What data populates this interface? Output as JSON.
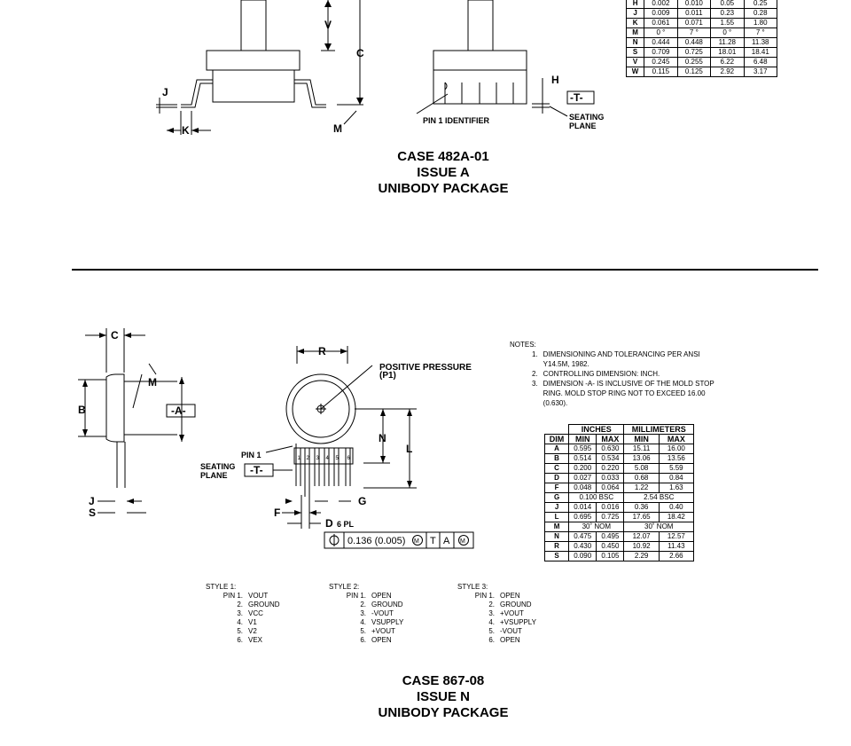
{
  "top_table": {
    "rows": [
      {
        "dim": "H",
        "in_min": "0.002",
        "in_max": "0.010",
        "mm_min": "0.05",
        "mm_max": "0.25"
      },
      {
        "dim": "J",
        "in_min": "0.009",
        "in_max": "0.011",
        "mm_min": "0.23",
        "mm_max": "0.28"
      },
      {
        "dim": "K",
        "in_min": "0.061",
        "in_max": "0.071",
        "mm_min": "1.55",
        "mm_max": "1.80"
      },
      {
        "dim": "M",
        "in_min": "0 °",
        "in_max": "7 °",
        "mm_min": "0 °",
        "mm_max": "7 °"
      },
      {
        "dim": "N",
        "in_min": "0.444",
        "in_max": "0.448",
        "mm_min": "11.28",
        "mm_max": "11.38"
      },
      {
        "dim": "S",
        "in_min": "0.709",
        "in_max": "0.725",
        "mm_min": "18.01",
        "mm_max": "18.41"
      },
      {
        "dim": "V",
        "in_min": "0.245",
        "in_max": "0.255",
        "mm_min": "6.22",
        "mm_max": "6.48"
      },
      {
        "dim": "W",
        "in_min": "0.115",
        "in_max": "0.125",
        "mm_min": "2.92",
        "mm_max": "3.17"
      }
    ]
  },
  "top_drawing": {
    "labels": {
      "v": "V",
      "c": "C",
      "j": "J",
      "k": "K",
      "m": "M",
      "h": "H",
      "t": "-T-",
      "pin1": "PIN 1 IDENTIFIER",
      "seating1": "SEATING",
      "seating2": "PLANE"
    }
  },
  "case1": {
    "line1": "CASE 482A-01",
    "line2": "ISSUE A",
    "line3": "UNIBODY PACKAGE"
  },
  "bottom_drawing": {
    "labels": {
      "c": "C",
      "b": "B",
      "m": "M",
      "a": "-A-",
      "j": "J",
      "s": "S",
      "r": "R",
      "pos1": "POSITIVE PRESSURE",
      "pos2": "(P1)",
      "n": "N",
      "l": "L",
      "pin1": "PIN 1",
      "seat1": "SEATING",
      "seat2": "PLANE",
      "t": "-T-",
      "g": "G",
      "f": "F",
      "d": "D",
      "dpl": "6 PL",
      "tol": "0.136 (0.005)",
      "tol_m": "M",
      "tol_t": "T",
      "tol_a": "A",
      "tol_m2": "M"
    },
    "pins": [
      "1",
      "2",
      "3",
      "4",
      "5",
      "6"
    ]
  },
  "notes": {
    "title": "NOTES:",
    "items": [
      {
        "n": "1.",
        "text": "DIMENSIONING AND TOLERANCING PER ANSI Y14.5M, 1982."
      },
      {
        "n": "2.",
        "text": "CONTROLLING DIMENSION: INCH."
      },
      {
        "n": "3.",
        "text": "DIMENSION -A- IS INCLUSIVE OF THE MOLD STOP RING. MOLD STOP RING NOT TO EXCEED 16.00 (0.630)."
      }
    ]
  },
  "bottom_table": {
    "h_inches": "INCHES",
    "h_mm": "MILLIMETERS",
    "h_dim": "DIM",
    "h_min": "MIN",
    "h_max": "MAX",
    "rows": [
      {
        "dim": "A",
        "in_min": "0.595",
        "in_max": "0.630",
        "mm_min": "15.11",
        "mm_max": "16.00"
      },
      {
        "dim": "B",
        "in_min": "0.514",
        "in_max": "0.534",
        "mm_min": "13.06",
        "mm_max": "13.56"
      },
      {
        "dim": "C",
        "in_min": "0.200",
        "in_max": "0.220",
        "mm_min": "5.08",
        "mm_max": "5.59"
      },
      {
        "dim": "D",
        "in_min": "0.027",
        "in_max": "0.033",
        "mm_min": "0.68",
        "mm_max": "0.84"
      },
      {
        "dim": "F",
        "in_min": "0.048",
        "in_max": "0.064",
        "mm_min": "1.22",
        "mm_max": "1.63"
      },
      {
        "dim": "G",
        "in_span": "0.100 BSC",
        "mm_span": "2.54 BSC"
      },
      {
        "dim": "J",
        "in_min": "0.014",
        "in_max": "0.016",
        "mm_min": "0.36",
        "mm_max": "0.40"
      },
      {
        "dim": "L",
        "in_min": "0.695",
        "in_max": "0.725",
        "mm_min": "17.65",
        "mm_max": "18.42"
      },
      {
        "dim": "M",
        "in_span": "30˚ NOM",
        "mm_span": "30˚ NOM"
      },
      {
        "dim": "N",
        "in_min": "0.475",
        "in_max": "0.495",
        "mm_min": "12.07",
        "mm_max": "12.57"
      },
      {
        "dim": "R",
        "in_min": "0.430",
        "in_max": "0.450",
        "mm_min": "10.92",
        "mm_max": "11.43"
      },
      {
        "dim": "S",
        "in_min": "0.090",
        "in_max": "0.105",
        "mm_min": "2.29",
        "mm_max": "2.66"
      }
    ]
  },
  "styles": [
    {
      "title": "STYLE 1:",
      "pins": [
        [
          "PIN 1.",
          "VOUT"
        ],
        [
          "2.",
          "GROUND"
        ],
        [
          "3.",
          "VCC"
        ],
        [
          "4.",
          "V1"
        ],
        [
          "5.",
          "V2"
        ],
        [
          "6.",
          "VEX"
        ]
      ]
    },
    {
      "title": "STYLE 2:",
      "pins": [
        [
          "PIN 1.",
          "OPEN"
        ],
        [
          "2.",
          "GROUND"
        ],
        [
          "3.",
          "-VOUT"
        ],
        [
          "4.",
          "VSUPPLY"
        ],
        [
          "5.",
          "+VOUT"
        ],
        [
          "6.",
          "OPEN"
        ]
      ]
    },
    {
      "title": "STYLE 3:",
      "pins": [
        [
          "PIN 1.",
          "OPEN"
        ],
        [
          "2.",
          "GROUND"
        ],
        [
          "3.",
          "+VOUT"
        ],
        [
          "4.",
          "+VSUPPLY"
        ],
        [
          "5.",
          "-VOUT"
        ],
        [
          "6.",
          "OPEN"
        ]
      ]
    }
  ],
  "case2": {
    "line1": "CASE 867-08",
    "line2": "ISSUE N",
    "line3": "UNIBODY PACKAGE"
  }
}
